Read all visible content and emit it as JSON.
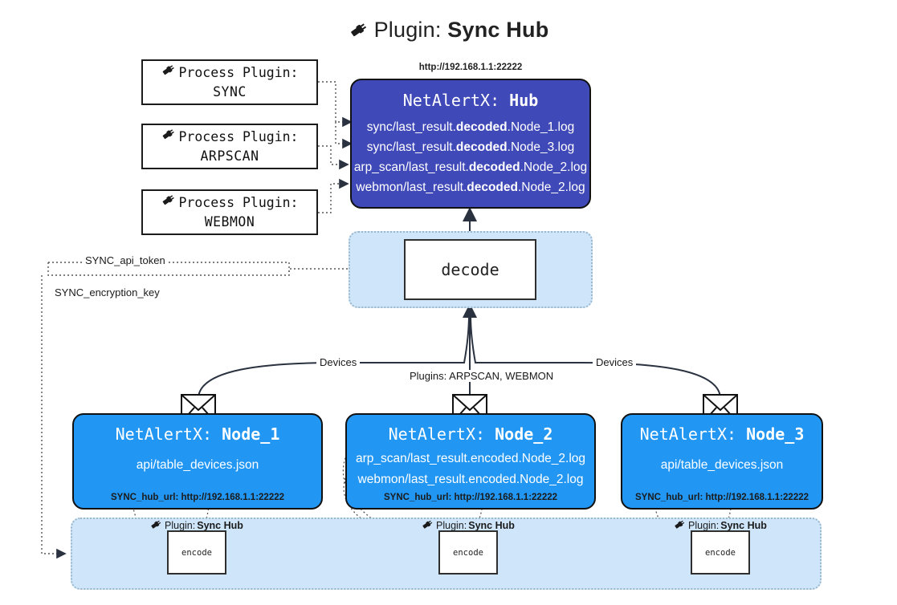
{
  "title": {
    "icon": "plug-icon",
    "prefix": "Plugin:",
    "name": "Sync Hub"
  },
  "process_plugins": [
    {
      "icon": "plug-icon",
      "line1": "Process Plugin:",
      "line2": "SYNC"
    },
    {
      "icon": "plug-icon",
      "line1": "Process Plugin:",
      "line2": "ARPSCAN"
    },
    {
      "icon": "plug-icon",
      "line1": "Process Plugin:",
      "line2": "WEBMON"
    }
  ],
  "hub": {
    "address": "http://192.168.1.1:22222",
    "title_prefix": "NetAlertX:",
    "title_name": "Hub",
    "logs": [
      {
        "pre": "sync/last_result.",
        "mid": "decoded",
        "post": ".Node_1.log"
      },
      {
        "pre": "sync/last_result.",
        "mid": "decoded",
        "post": ".Node_3.log"
      },
      {
        "pre": "arp_scan/last_result.",
        "mid": "decoded",
        "post": ".Node_2.log"
      },
      {
        "pre": "webmon/last_result.",
        "mid": "decoded",
        "post": ".Node_2.log"
      }
    ]
  },
  "decode": {
    "label": "decode"
  },
  "config_edges": [
    {
      "label": "SYNC_api_token"
    },
    {
      "label": "SYNC_encryption_key"
    }
  ],
  "flow_labels": {
    "devices_left": "Devices",
    "devices_right": "Devices",
    "plugins_center": "Plugins: ARPSCAN, WEBMON"
  },
  "nodes": [
    {
      "title_prefix": "NetAlertX:",
      "title_name": "Node_1",
      "lines": [
        "api/table_devices.json"
      ],
      "footer": "SYNC_hub_url: http://192.168.1.1:22222",
      "icon": "envelope-icon"
    },
    {
      "title_prefix": "NetAlertX:",
      "title_name": "Node_2",
      "lines": [
        "arp_scan/last_result.encoded.Node_2.log",
        "webmon/last_result.encoded.Node_2.log"
      ],
      "footer": "SYNC_hub_url: http://192.168.1.1:22222",
      "icon": "envelope-icon"
    },
    {
      "title_prefix": "NetAlertX:",
      "title_name": "Node_3",
      "lines": [
        "api/table_devices.json"
      ],
      "footer": "SYNC_hub_url: http://192.168.1.1:22222",
      "icon": "envelope-icon"
    }
  ],
  "encoders": [
    {
      "caption_prefix": "Plugin:",
      "caption_name": "Sync Hub",
      "label": "encode",
      "icon": "plug-icon"
    },
    {
      "caption_prefix": "Plugin:",
      "caption_name": "Sync Hub",
      "label": "encode",
      "icon": "plug-icon"
    },
    {
      "caption_prefix": "Plugin:",
      "caption_name": "Sync Hub",
      "label": "encode",
      "icon": "plug-icon"
    }
  ],
  "colors": {
    "hub_fill": "#4049b8",
    "node_fill": "#2196f3",
    "zone_fill": "#cfe6fa",
    "stroke": "#111111"
  }
}
